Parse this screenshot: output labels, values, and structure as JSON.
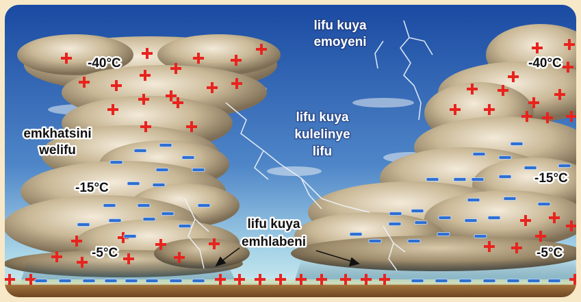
{
  "colors": {
    "frame": "#f7e9c8",
    "sky_top": "#1d4fa8",
    "sky_bottom": "#bfe3ef",
    "ground": "#8a5a2b",
    "positive": "#e8231e",
    "negative": "#2f6fd0"
  },
  "labels": {
    "top_left_temp": "-40°C",
    "top_right_temp": "-40°C",
    "mid_left_temp": "-15°C",
    "mid_right_temp": "-15°C",
    "low_left_temp": "-5°C",
    "low_right_temp": "-5°C",
    "inside_cloud_line1": "emkhatsini",
    "inside_cloud_line2": "welifu",
    "cloud_to_air_line1": "lifu kuya",
    "cloud_to_air_line2": "emoyeni",
    "cloud_to_cloud_line1": "lifu kuya",
    "cloud_to_cloud_line2": "kulelinye",
    "cloud_to_cloud_line3": "lifu",
    "cloud_to_ground_line1": "lifu kuya",
    "cloud_to_ground_line2": "emhlabeni"
  }
}
